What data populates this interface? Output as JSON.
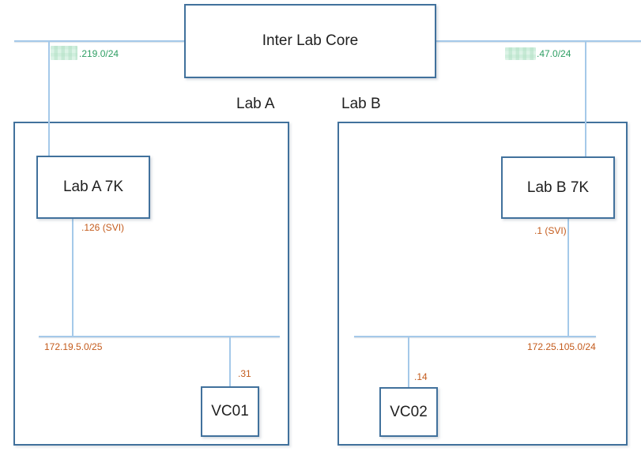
{
  "core": {
    "label": "Inter Lab Core"
  },
  "uplink_a": {
    "subnet_suffix": ".219.0/24"
  },
  "uplink_b": {
    "subnet_suffix": ".47.0/24"
  },
  "lab_a": {
    "region_label": "Lab A",
    "switch_label": "Lab A 7K",
    "svi_label": ".126 (SVI)",
    "segment_subnet": "172.19.5.0/25",
    "host_label": "VC01",
    "host_ip_suffix": ".31"
  },
  "lab_b": {
    "region_label": "Lab B",
    "switch_label": "Lab B 7K",
    "svi_label": ".1 (SVI)",
    "segment_subnet": "172.25.105.0/24",
    "host_label": "VC02",
    "host_ip_suffix": ".14"
  },
  "colors": {
    "box_border": "#41719C",
    "connector_line": "#A5C9E9",
    "subnet_text_green": "#2E9E63",
    "ip_text_orange": "#C45B1C",
    "redaction_fill": "#CFEDDD"
  }
}
